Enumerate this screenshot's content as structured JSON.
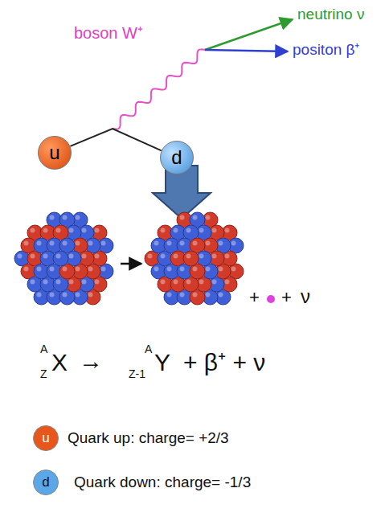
{
  "diagram": {
    "nodes": [
      {
        "text": [
          "u"
        ]
      },
      {
        "text": [
          "d"
        ]
      }
    ],
    "edges": [
      {
        "from": 0,
        "to": 1,
        "arrow": "none"
      }
    ],
    "labels": [
      "boson W⁺",
      "neutrino ν",
      "positon β⁺",
      "+",
      "+",
      "ν",
      "A",
      "Z",
      "X",
      "→",
      "A",
      "Z-1",
      "Y",
      "+ β⁺ + ν",
      "u",
      "d"
    ],
    "legend": [
      {
        "text": "Quark up: charge= +2/3",
        "color": "#e8561c"
      },
      {
        "text": "Quark down: charge= -1/3",
        "color": "#5aa8e8"
      }
    ]
  }
}
